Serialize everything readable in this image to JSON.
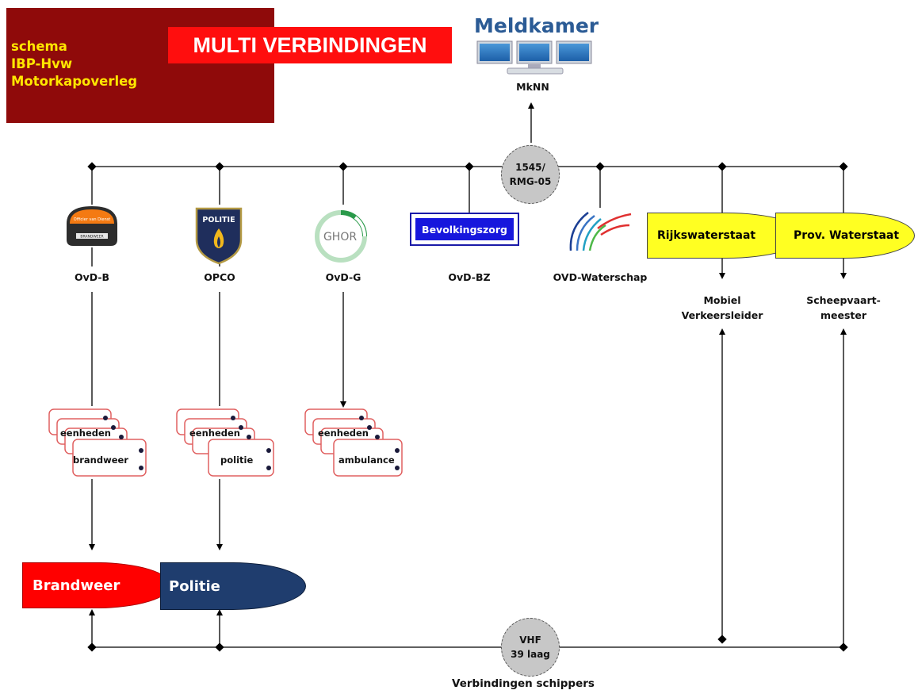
{
  "title": {
    "lines": [
      "schema",
      "IBP-Hvw",
      "Motorkapoverleg"
    ],
    "banner": "MULTI VERBINDINGEN"
  },
  "meldkamer": {
    "title": "Meldkamer",
    "label": "MkNN"
  },
  "hubs": {
    "top": {
      "line1": "1545/",
      "line2": "RMG-05"
    },
    "bottom": {
      "line1": "VHF",
      "line2": "39 laag"
    }
  },
  "nodes": {
    "ovd_b": "OvD-B",
    "opco": "OPCO",
    "ovd_g": "OvD-G",
    "ovd_bz": "OvD-BZ",
    "ovd_waterschap": "OVD-Waterschap",
    "mobiel_line1": "Mobiel",
    "mobiel_line2": "Verkeersleider",
    "scheep_line1": "Scheepvaart-",
    "scheep_line2": "meester"
  },
  "logos": {
    "politie": "POLITIE",
    "ghor": "GHOR",
    "bevolkingszorg": "Bevolkingszorg",
    "ovd_helmet_top": "Officier van Dienst",
    "ovd_helmet_bottom": "BRANDWEER"
  },
  "ovals": {
    "rijkswaterstaat": "Rijkswaterstaat",
    "prov_waterstaat": "Prov. Waterstaat",
    "brandweer": "Brandweer",
    "politie": "Politie"
  },
  "units": [
    {
      "top": "eenheden",
      "bottom": "brandweer"
    },
    {
      "top": "eenheden",
      "bottom": "politie"
    },
    {
      "top": "eenheden",
      "bottom": "ambulance"
    }
  ],
  "footer": "Verbindingen schippers",
  "colors": {
    "title_bg": "#8f0a0a",
    "title_text": "#ffe600",
    "banner_bg": "#ff0e0e",
    "meldkamer_text": "#2b5b95",
    "waterstaat_fill": "#ffff22",
    "brandweer_fill": "#ff0000",
    "politie_fill": "#1f3d6e",
    "bevolkingszorg_fill": "#1717dd",
    "unit_outline": "#e06060"
  }
}
